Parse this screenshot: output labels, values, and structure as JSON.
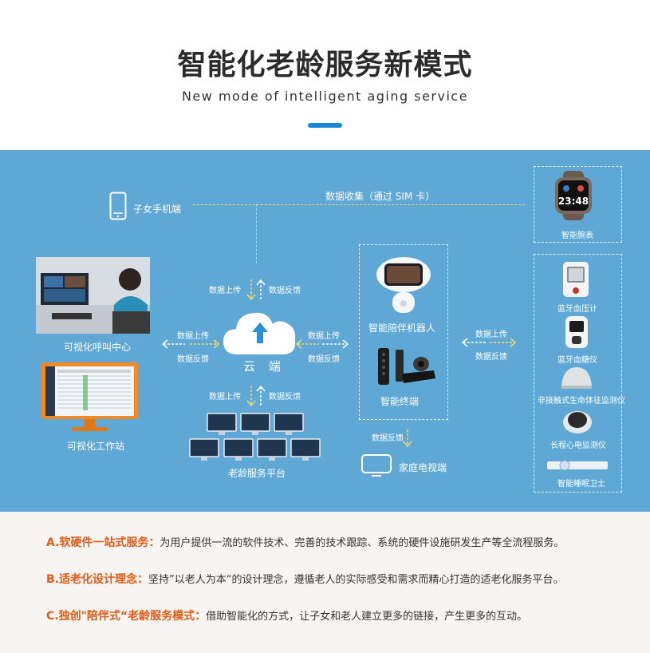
{
  "header": {
    "title": "智能化老龄服务新模式",
    "subtitle": "New mode of intelligent aging service"
  },
  "diagram": {
    "data_collect": "数据收集（通过 SIM 卡）",
    "child_phone": "子女手机端",
    "call_center": "可视化呼叫中心",
    "workstation": "可视化工作站",
    "cloud": "云 端",
    "elderly_platform": "老龄服务平台",
    "robot": "智能陪伴机器人",
    "terminal": "智能终端",
    "tv": "家庭电视端",
    "upload": "数据上传",
    "feedback": "数据反馈",
    "devices": {
      "watch": "智能腕表",
      "bp": "蓝牙血压计",
      "glucose": "蓝牙血糖仪",
      "vital": "非接触式生命体征监测仪",
      "ecg": "长程心电监测仪",
      "sleep": "智能睡眠卫士"
    },
    "watch_time": "23:48"
  },
  "points": [
    {
      "head": "A.软硬件一站式服务：",
      "body": "为用户提供一流的软件技术、完善的技术跟踪、系统的硬件设施研发生产等全流程服务。"
    },
    {
      "head": "B.适老化设计理念：",
      "body": "坚持”以老人为本“的设计理念，遵循老人的实际感受和需求而精心打造的适老化服务平台。"
    },
    {
      "head": "C.独创\"陪伴式“老龄服务模式：",
      "body": "借助智能化的方式，让子女和老人建立更多的链接，产生更多的互动。"
    }
  ],
  "colors": {
    "diagram_bg": "#5fa8d6",
    "accent": "#1a86d6",
    "highlight": "#e35a12",
    "dash_yellow": "#f5d76e"
  }
}
